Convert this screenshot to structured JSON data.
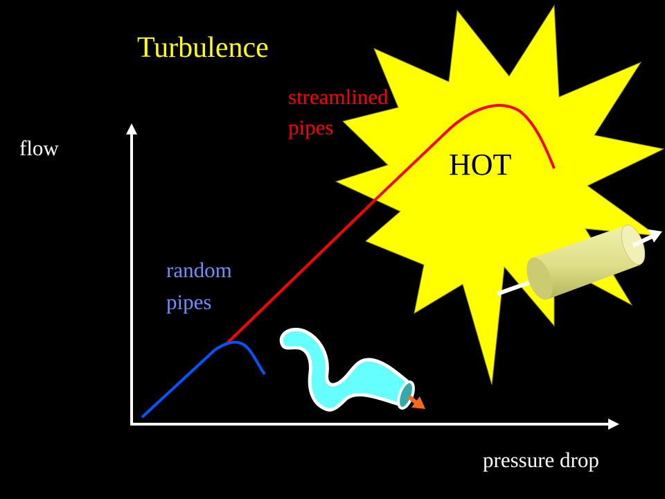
{
  "slide": {
    "title": "Turbulence",
    "burst_label": "HOT"
  },
  "axes": {
    "y_label": "flow",
    "x_label": "pressure drop"
  },
  "labels": {
    "streamlined_line1": "streamlined",
    "streamlined_line2": "pipes",
    "random_line1": "random",
    "random_line2": "pipes"
  },
  "colors": {
    "background": "#000000",
    "title": "#ffff00",
    "burst_fill": "#ffff00",
    "streamlined": "#ff0000",
    "random": "#0055ff",
    "random_label": "#6d8fff",
    "axis": "#ffffff",
    "text": "#ffffff",
    "twisted_pipe": "#66ffff",
    "straight_pipe": "#e2e28a",
    "arrow_orange": "#ff6a1a"
  }
}
